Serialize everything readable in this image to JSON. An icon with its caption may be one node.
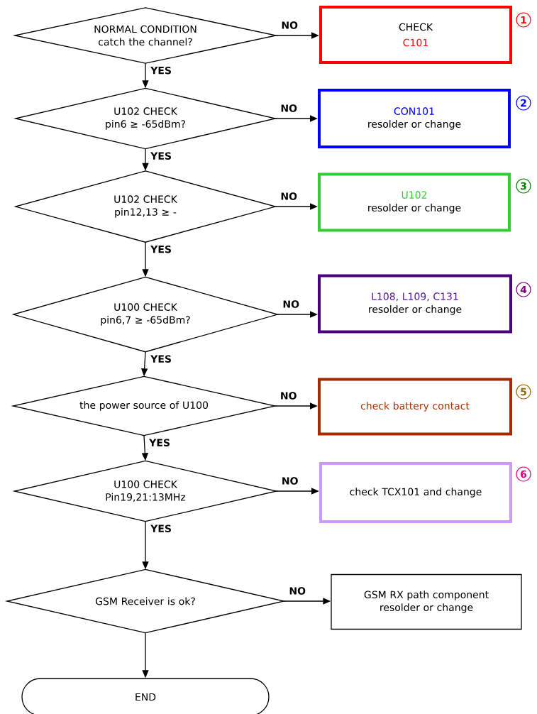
{
  "diagram": {
    "nodes": [
      {
        "text": [
          "NORMAL CONDITION",
          "catch the channel?"
        ]
      },
      {
        "text": [
          "CHECK",
          "C101"
        ],
        "beside": [
          "1"
        ]
      },
      {
        "text": [
          "U102 CHECK",
          "pin6 ≥ -65dBm?"
        ]
      },
      {
        "text": [
          "CON101",
          "resolder or change"
        ],
        "beside": [
          "2"
        ]
      },
      {
        "text": [
          "U102 CHECK",
          "pin12,13 ≥ -"
        ]
      },
      {
        "text": [
          "U102",
          "resolder or change"
        ],
        "beside": [
          "3"
        ]
      },
      {
        "text": [
          "U100 CHECK",
          "pin6,7 ≥ -65dBm?"
        ]
      },
      {
        "text": [
          "L108, L109, C131",
          "resolder or change"
        ],
        "beside": [
          "4"
        ]
      },
      {
        "text": [
          "the power source of U100"
        ]
      },
      {
        "text": [
          "check battery contact"
        ],
        "beside": [
          "5"
        ]
      },
      {
        "text": [
          "U100 CHECK",
          "Pin19,21:13MHz"
        ]
      },
      {
        "text": [
          "check TCX101 and change"
        ],
        "beside": [
          "6"
        ]
      },
      {
        "text": [
          "GSM Receiver is ok?"
        ]
      },
      {
        "text": [
          "GSM RX path component resolder or change"
        ]
      },
      {
        "text": [
          "END"
        ]
      }
    ],
    "edges": [
      {
        "from": 0,
        "to": 1,
        "arrow": "to",
        "label": "NO"
      },
      {
        "from": 0,
        "to": 2,
        "arrow": "to",
        "label": "YES"
      },
      {
        "from": 2,
        "to": 3,
        "arrow": "to",
        "label": "NO"
      },
      {
        "from": 2,
        "to": 4,
        "arrow": "to",
        "label": "YES"
      },
      {
        "from": 4,
        "to": 5,
        "arrow": "to",
        "label": "NO"
      },
      {
        "from": 4,
        "to": 6,
        "arrow": "to",
        "label": "YES"
      },
      {
        "from": 6,
        "to": 7,
        "arrow": "to",
        "label": "NO"
      },
      {
        "from": 6,
        "to": 8,
        "arrow": "to",
        "label": "YES"
      },
      {
        "from": 8,
        "to": 9,
        "arrow": "to",
        "label": "NO"
      },
      {
        "from": 8,
        "to": 10,
        "arrow": "to",
        "label": "YES"
      },
      {
        "from": 10,
        "to": 11,
        "arrow": "to",
        "label": "NO"
      },
      {
        "from": 10,
        "to": 12,
        "arrow": "to",
        "label": "YES"
      },
      {
        "from": 12,
        "to": 13,
        "arrow": "to",
        "label": "NO"
      },
      {
        "from": 12,
        "to": 14,
        "arrow": "to"
      }
    ]
  }
}
